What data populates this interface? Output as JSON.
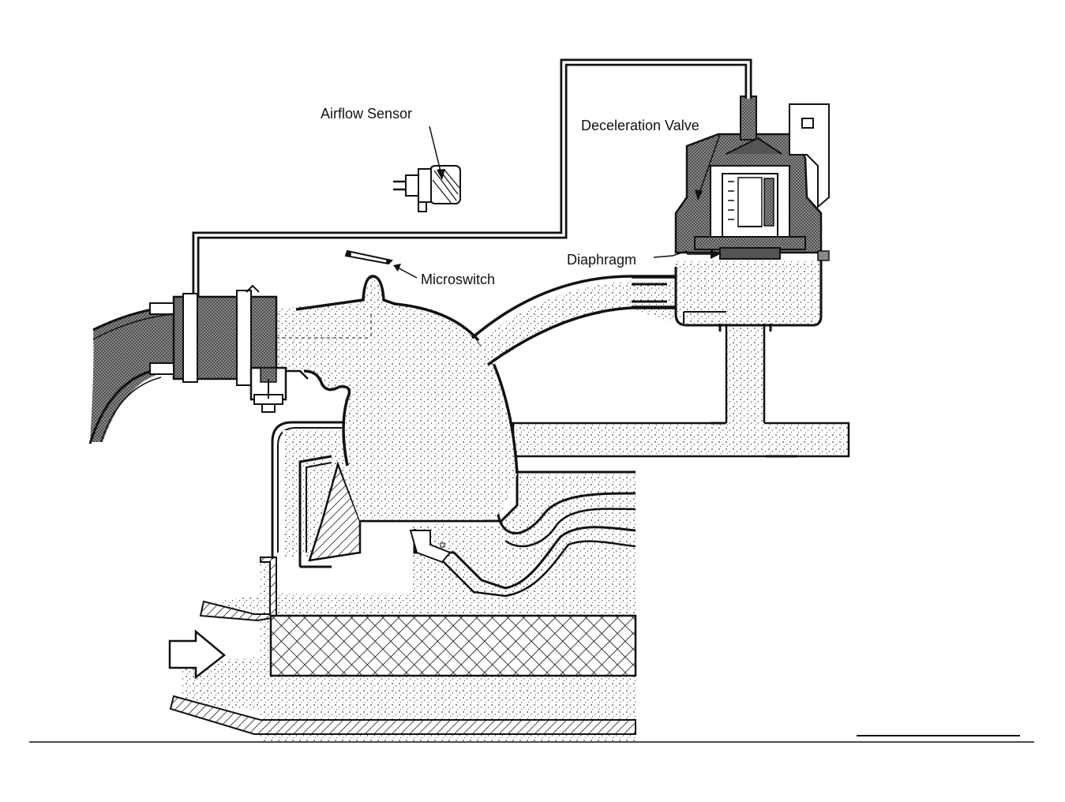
{
  "labels": {
    "airflow_sensor": "Airflow Sensor",
    "deceleration_valve": "Deceleration Valve",
    "microswitch": "Microswitch",
    "diaphragm": "Diaphragm"
  },
  "colors": {
    "ink": "#111111",
    "stipple": "#d9d9d9",
    "dark_fill": "#6e6e6e",
    "background": "#ffffff"
  }
}
